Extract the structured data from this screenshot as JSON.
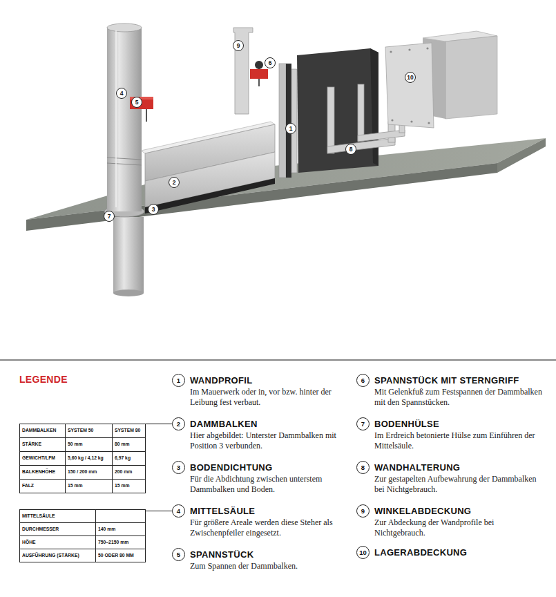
{
  "diagram": {
    "nodes": [
      {
        "text": [
          "1"
        ]
      },
      {
        "text": [
          "2"
        ]
      },
      {
        "text": [
          "3"
        ]
      },
      {
        "text": [
          "4"
        ]
      },
      {
        "text": [
          "5"
        ]
      },
      {
        "text": [
          "6"
        ]
      },
      {
        "text": [
          "7"
        ]
      },
      {
        "text": [
          "8"
        ]
      },
      {
        "text": [
          "9"
        ]
      },
      {
        "text": [
          "10"
        ]
      },
      {
        "text": [
          "DAMMBALKEN",
          "SYSTEM 50",
          "SYSTEM 80",
          "STÄRKE",
          "50 mm",
          "80 mm",
          "GEWICHT/LFM",
          "5,60 kg / 4,12 kg",
          "6,97 kg",
          "BALKENHÖHE",
          "150 / 200 mm",
          "200 mm",
          "FALZ",
          "15 mm",
          "15 mm"
        ]
      },
      {
        "text": [
          "MITTELSÄULE",
          "DURCHMESSER",
          "140 mm",
          "HÖHE",
          "750–2150 mm",
          "AUSFÜHRUNG (STÄRKE)",
          "50 ODER 80 MM"
        ]
      },
      {
        "text": [
          "1",
          "WANDPROFIL",
          "Im Mauerwerk oder in, vor bzw. hinter der Leibung fest verbaut."
        ]
      },
      {
        "text": [
          "2",
          "DAMMBALKEN",
          "Hier abgebildet: Unterster Dammbalken mit Position 3 verbunden."
        ]
      },
      {
        "text": [
          "3",
          "BODENDICHTUNG",
          "Für die Abdichtung zwischen unterstem Dammbalken und Boden."
        ]
      },
      {
        "text": [
          "4",
          "MITTELSÄULE",
          "Für größere Areale werden diese Steher als Zwischenpfeiler eingesetzt."
        ]
      },
      {
        "text": [
          "5",
          "SPANNSTÜCK",
          "Zum Spannen der Dammbalken."
        ]
      },
      {
        "text": [
          "6",
          "SPANNSTÜCK MIT STERNGRIFF",
          "Mit Gelenkfuß zum Festspannen der Dammbalken mit den Spannstücken."
        ]
      },
      {
        "text": [
          "7",
          "BODENHÜLSE",
          "Im Erdreich betonierte Hülse zum Einführen der Mittelsäule."
        ]
      },
      {
        "text": [
          "8",
          "WANDHALTERUNG",
          "Zur gestapelten Aufbewahrung der Dammbalken bei Nichtgebrauch."
        ]
      },
      {
        "text": [
          "9",
          "WINKELABDECKUNG",
          "Zur Abdeckung der Wandprofile bei Nichtgebrauch."
        ]
      },
      {
        "text": [
          "10",
          "LAGERABDECKUNG"
        ]
      }
    ],
    "edges": [
      {
        "from": 10,
        "to": 13,
        "arrow": "none"
      },
      {
        "from": 11,
        "to": 15,
        "arrow": "none"
      }
    ],
    "labels": [
      "LEGENDE"
    ]
  }
}
